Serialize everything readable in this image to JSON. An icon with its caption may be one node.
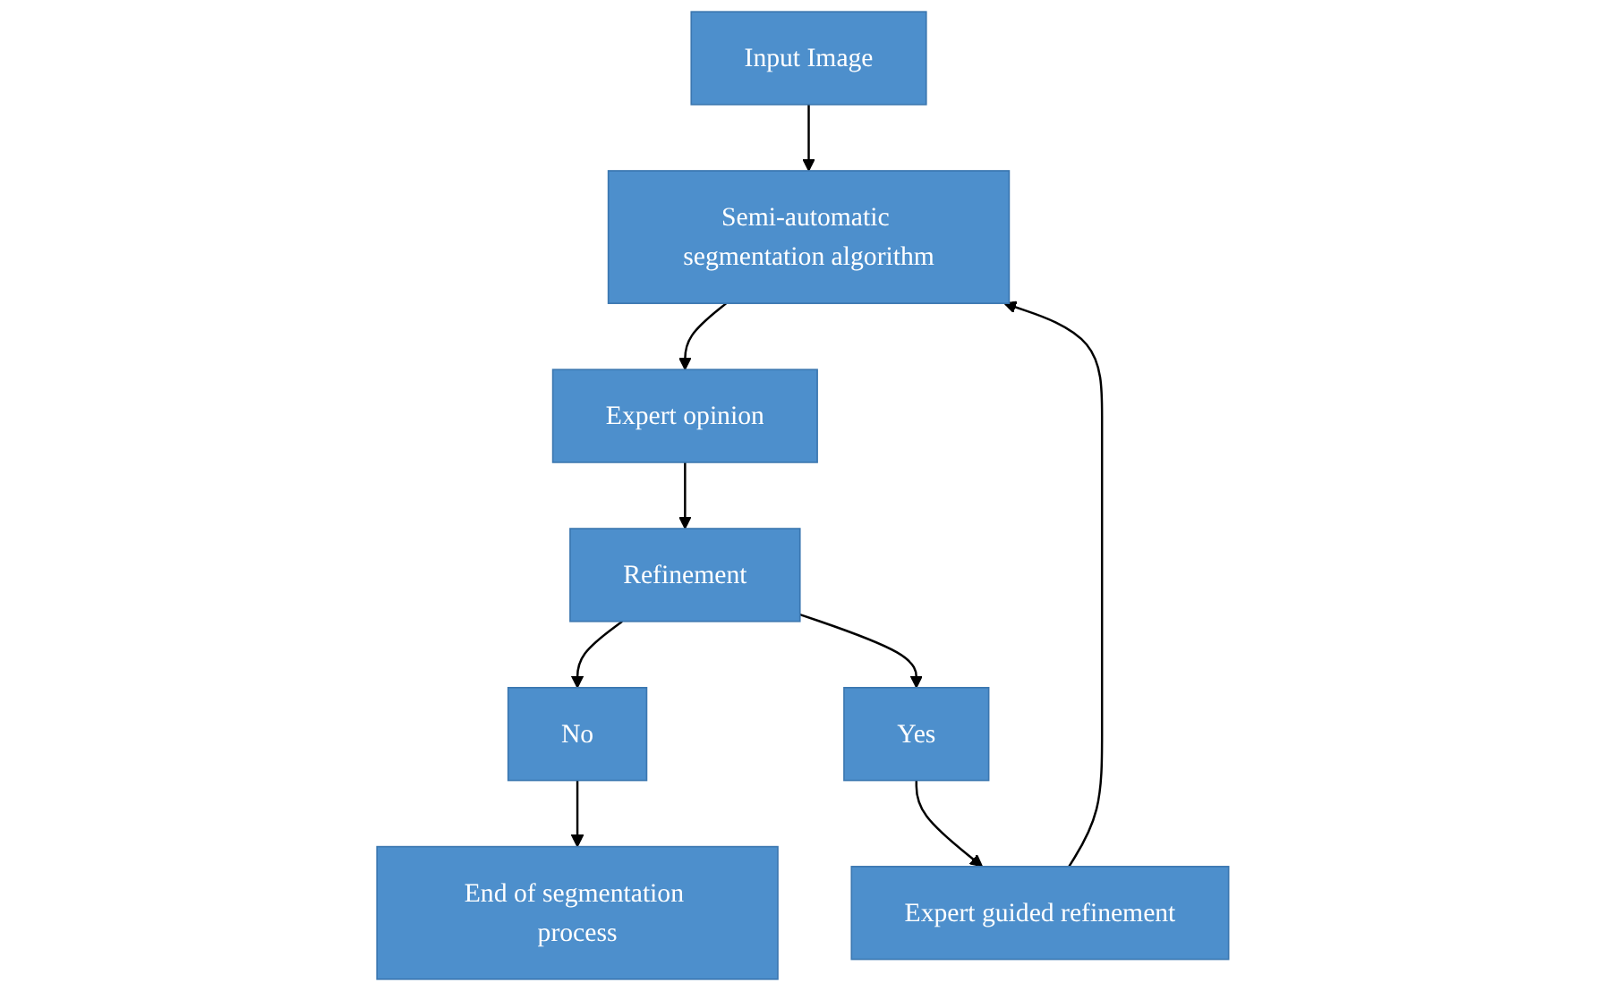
{
  "diagram": {
    "nodes": [
      {
        "text": [
          "Input Image"
        ]
      },
      {
        "text": [
          "Semi-automatic segmentation algorithm"
        ]
      },
      {
        "text": [
          "End of segmentation process"
        ]
      },
      {
        "text": [
          "Expert opinion"
        ]
      },
      {
        "text": [
          "Expert guided refinement"
        ]
      },
      {
        "text": [
          "No"
        ]
      },
      {
        "text": [
          "Refinement"
        ]
      },
      {
        "text": [
          "Yes"
        ]
      }
    ],
    "edges": [
      {
        "from": 0,
        "to": 1,
        "arrow": "to"
      },
      {
        "from": 1,
        "to": 3,
        "arrow": "to"
      },
      {
        "from": 3,
        "to": 6,
        "arrow": "to"
      },
      {
        "from": 6,
        "to": 5,
        "arrow": "to"
      },
      {
        "from": 5,
        "to": 2,
        "arrow": "to"
      },
      {
        "from": 6,
        "to": 7,
        "arrow": "to"
      },
      {
        "from": 7,
        "to": 4,
        "arrow": "to"
      },
      {
        "from": 4,
        "to": 1,
        "arrow": "to"
      }
    ]
  }
}
